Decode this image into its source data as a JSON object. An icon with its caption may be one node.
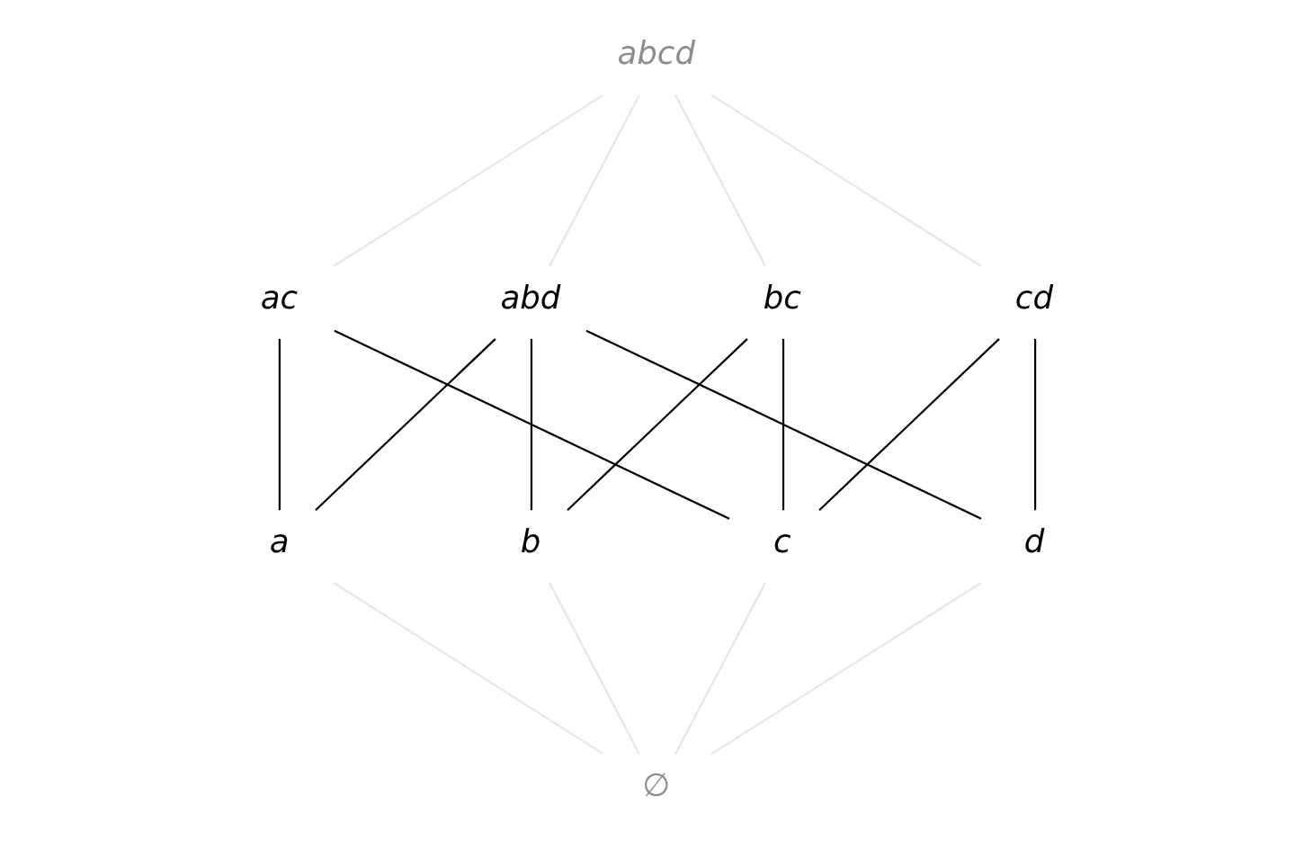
{
  "diagram": {
    "nodes": [
      {
        "text": [
          "abcd"
        ]
      },
      {
        "text": [
          "abd"
        ]
      },
      {
        "text": [
          "ac"
        ]
      },
      {
        "text": [
          "bc"
        ]
      },
      {
        "text": [
          "cd"
        ]
      },
      {
        "text": [
          "a"
        ]
      },
      {
        "text": [
          "b"
        ]
      },
      {
        "text": [
          "c"
        ]
      },
      {
        "text": [
          "d"
        ]
      },
      {
        "text": [
          "∅"
        ]
      }
    ],
    "edges": [
      {
        "from": 0,
        "to": 1,
        "arrow": "none",
        "color": "#e6e6e6"
      },
      {
        "from": 0,
        "to": 2,
        "arrow": "none",
        "color": "#e6e6e6"
      },
      {
        "from": 0,
        "to": 3,
        "arrow": "none",
        "color": "#e6e6e6"
      },
      {
        "from": 0,
        "to": 4,
        "arrow": "none",
        "color": "#e6e6e6"
      },
      {
        "from": 1,
        "to": 5,
        "arrow": "none"
      },
      {
        "from": 1,
        "to": 6,
        "arrow": "none"
      },
      {
        "from": 1,
        "to": 8,
        "arrow": "none"
      },
      {
        "from": 2,
        "to": 5,
        "arrow": "none"
      },
      {
        "from": 2,
        "to": 7,
        "arrow": "none"
      },
      {
        "from": 3,
        "to": 6,
        "arrow": "none"
      },
      {
        "from": 3,
        "to": 7,
        "arrow": "none"
      },
      {
        "from": 4,
        "to": 7,
        "arrow": "none"
      },
      {
        "from": 4,
        "to": 8,
        "arrow": "none"
      },
      {
        "from": 5,
        "to": 9,
        "arrow": "none",
        "color": "#e6e6e6"
      },
      {
        "from": 6,
        "to": 9,
        "arrow": "none",
        "color": "#e6e6e6"
      },
      {
        "from": 7,
        "to": 9,
        "arrow": "none",
        "color": "#e6e6e6"
      },
      {
        "from": 8,
        "to": 9,
        "arrow": "none",
        "color": "#e6e6e6"
      }
    ]
  }
}
